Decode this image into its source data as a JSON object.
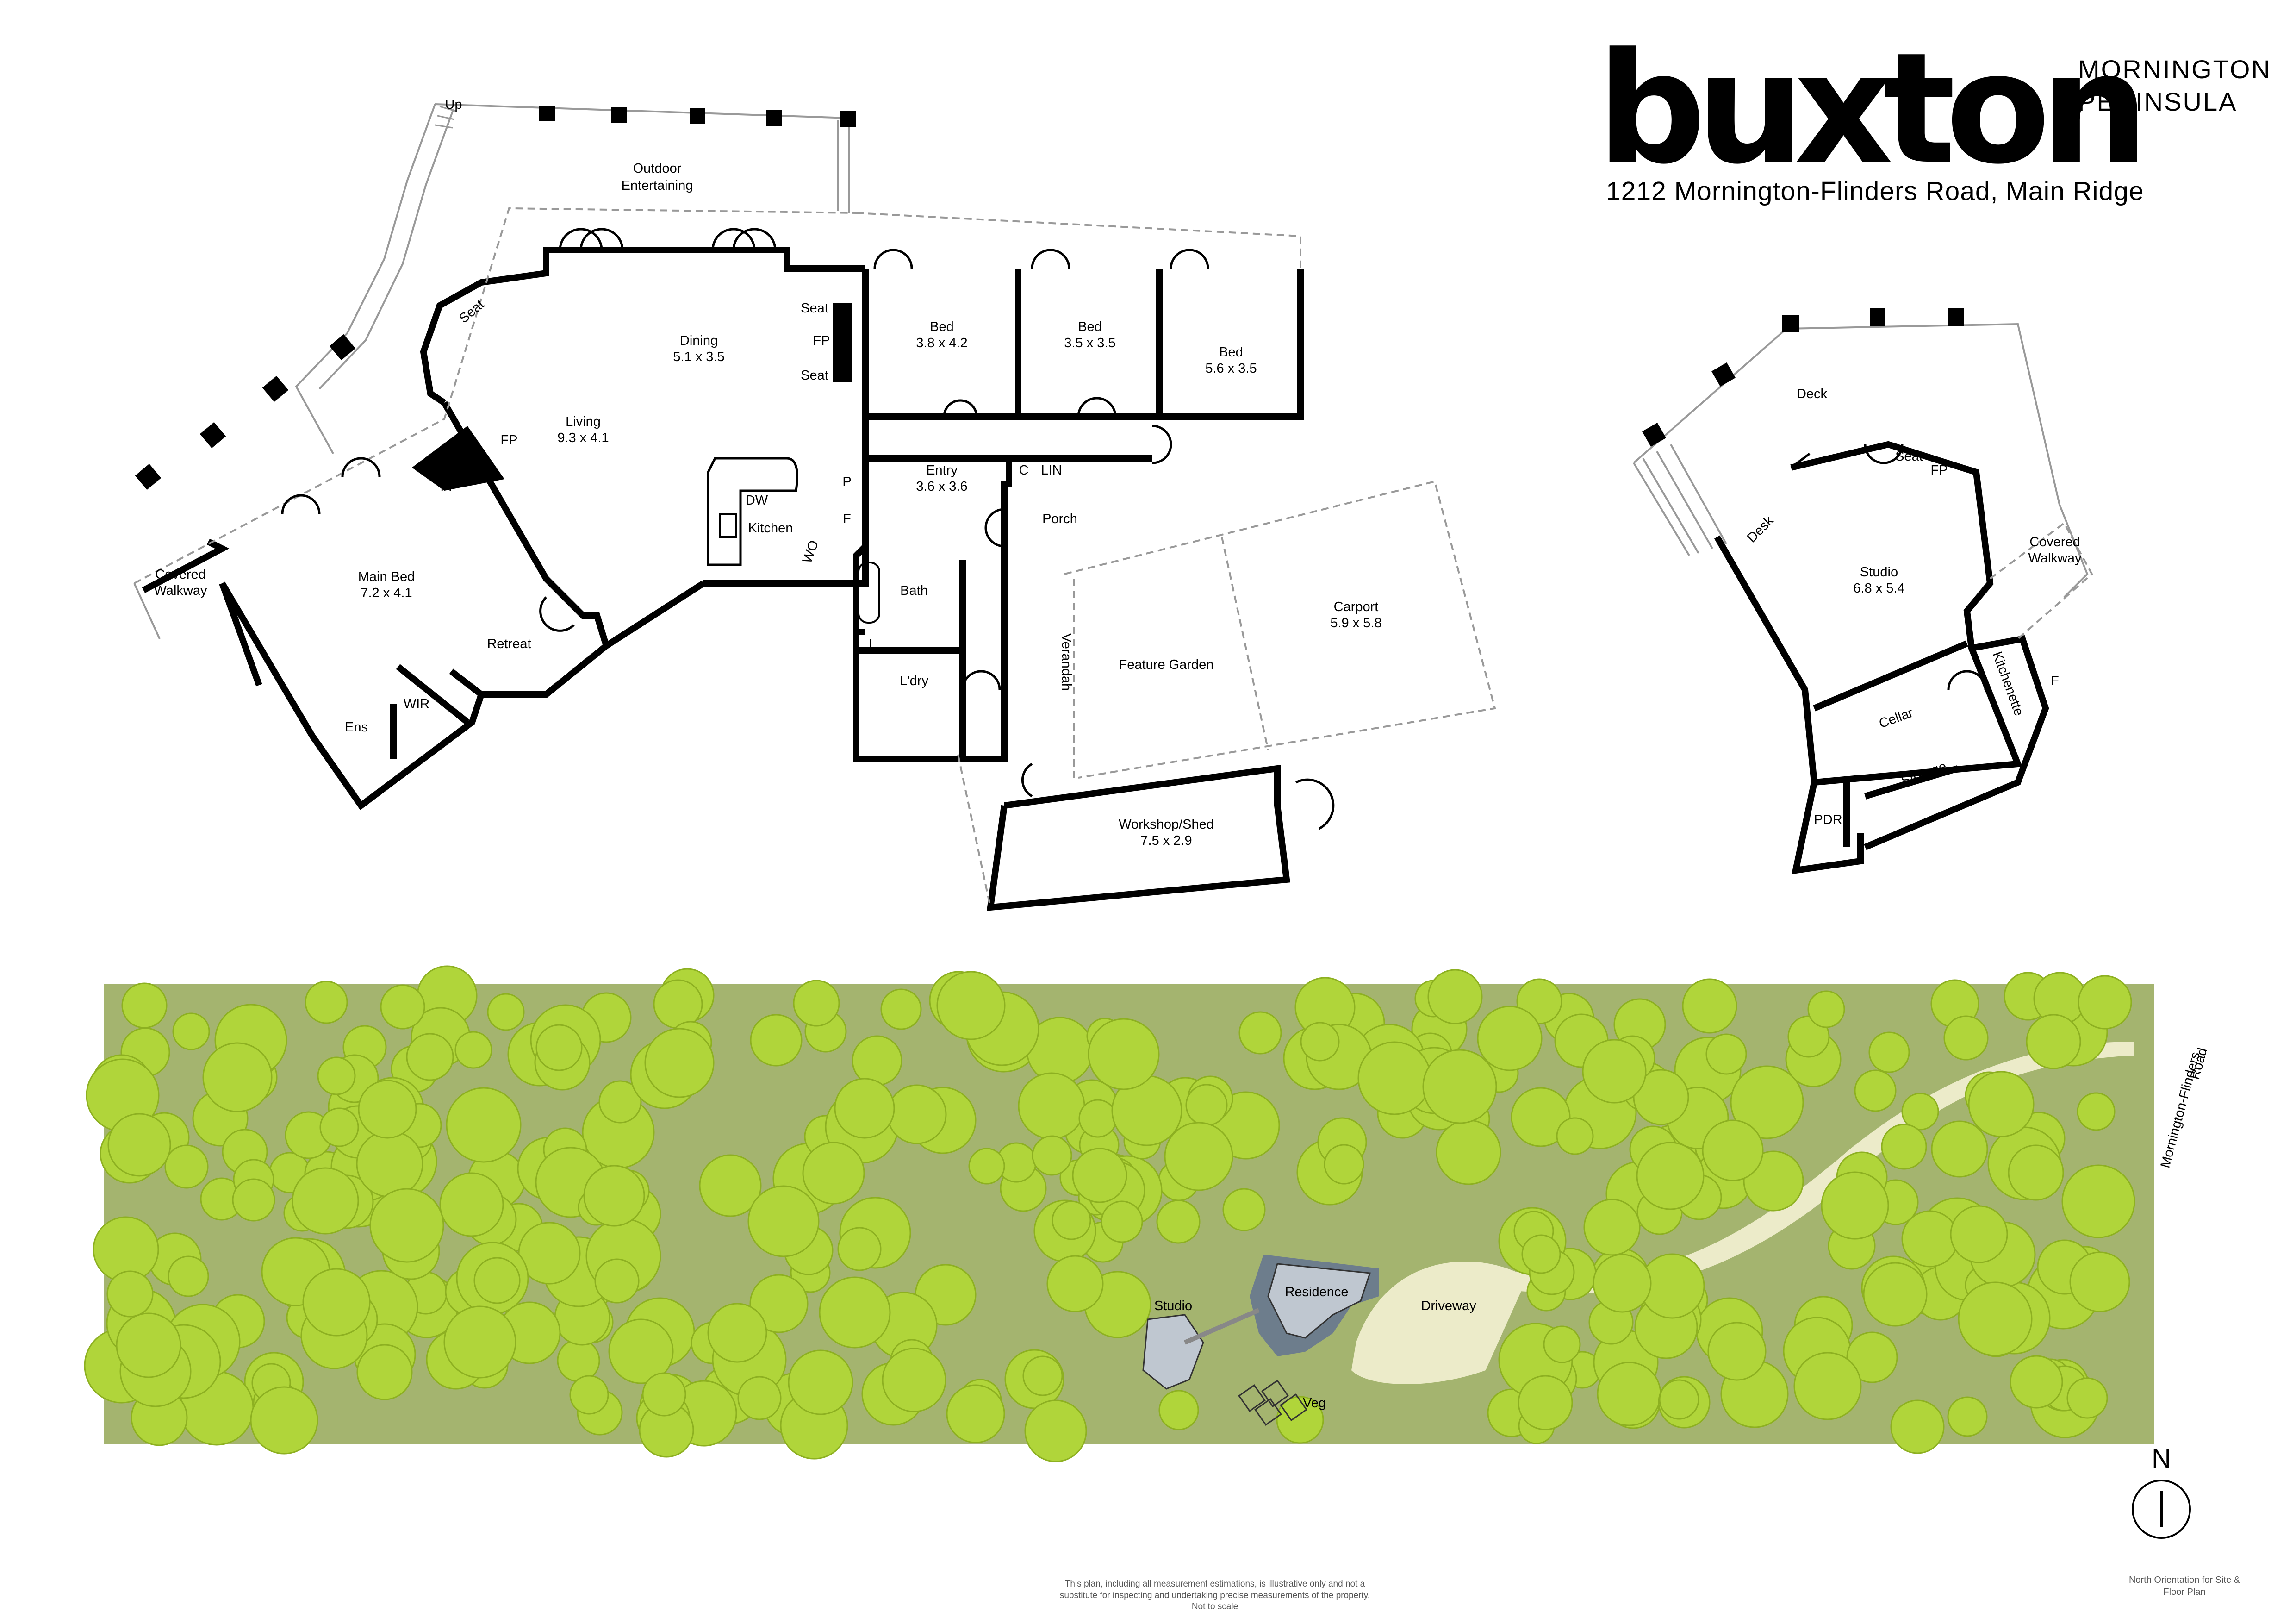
{
  "brand": {
    "logo_text": "buxton",
    "region": [
      "MORNINGTON",
      "PENINSULA"
    ]
  },
  "address": "1212 Mornington-Flinders Road, Main Ridge",
  "residence_rooms": {
    "outdoor": [
      "Outdoor",
      "Entertaining"
    ],
    "up": "Up",
    "seat": "Seat",
    "dining": {
      "name": "Dining",
      "size": "5.1 x 3.5"
    },
    "living": {
      "name": "Living",
      "size": "9.3 x 4.1"
    },
    "fp": "FP",
    "bed1": {
      "name": "Bed",
      "size": "3.8 x 4.2"
    },
    "bed2": {
      "name": "Bed",
      "size": "3.5 x 3.5"
    },
    "bed3": {
      "name": "Bed",
      "size": "5.6 x 3.5"
    },
    "entry": {
      "name": "Entry",
      "size": "3.6 x 3.6"
    },
    "main_bed": {
      "name": "Main Bed",
      "size": "7.2 x 4.1"
    },
    "covered_walkway": [
      "Covered",
      "Walkway"
    ],
    "retreat": "Retreat",
    "ens": "Ens",
    "wir": "WIR",
    "kitchen": "Kitchen",
    "dw": "DW",
    "wo": "WO",
    "p": "P",
    "f": "F",
    "c": "C",
    "lin": "LIN",
    "l": "L",
    "bath": "Bath",
    "ldry": "L'dry",
    "porch": "Porch",
    "verandah": "Verandah",
    "feature_garden": "Feature Garden",
    "carport": {
      "name": "Carport",
      "size": "5.9 x 5.8"
    },
    "workshop": {
      "name": "Workshop/Shed",
      "size": "7.5 x 2.9"
    }
  },
  "studio_rooms": {
    "deck": "Deck",
    "seat": "Seat",
    "fp": "FP",
    "desk": "Desk",
    "studio": {
      "name": "Studio",
      "size": "6.8 x 5.4"
    },
    "covered_walkway": [
      "Covered",
      "Walkway"
    ],
    "kitchenette": "Kitchenette",
    "f": "F",
    "cellar": "Cellar",
    "storage": "Storage",
    "pdr": "PDR"
  },
  "site": {
    "road": [
      "Mornington-Flinders",
      "Road"
    ],
    "studio": "Studio",
    "residence": "Residence",
    "driveway": "Driveway",
    "veg": "Veg"
  },
  "compass": {
    "letter": "N"
  },
  "north_note": [
    "North Orientation for Site &",
    "Floor Plan"
  ],
  "disclaimer": [
    "This plan, including all measurement estimations, is illustrative only and not a",
    "substitute for inspecting and undertaking precise measurements of the property.",
    "Not to scale"
  ],
  "colors": {
    "lawn": "#a4b46f",
    "tree": "#b0d53a",
    "tree_stroke": "#8db021",
    "wall": "#000000",
    "driveway": "#ecebc9"
  }
}
